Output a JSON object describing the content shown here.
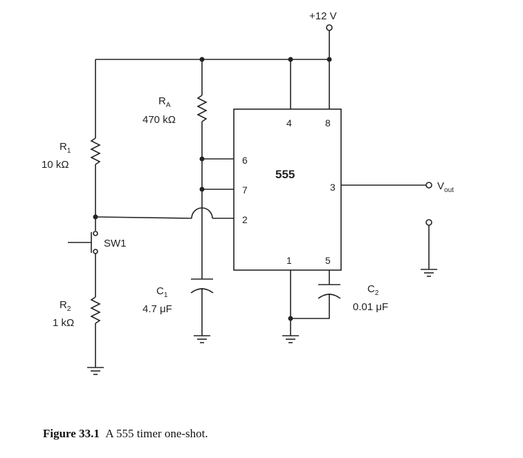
{
  "supply": {
    "label": "+12 V"
  },
  "ic": {
    "name": "555",
    "pins": {
      "p4": "4",
      "p8": "8",
      "p6": "6",
      "p7": "7",
      "p2": "2",
      "p3": "3",
      "p1": "1",
      "p5": "5"
    }
  },
  "components": {
    "ra": {
      "name": "R",
      "sub": "A",
      "value": "470 kΩ"
    },
    "r1": {
      "name": "R",
      "sub": "1",
      "value": "10 kΩ"
    },
    "r2": {
      "name": "R",
      "sub": "2",
      "value": "1 kΩ"
    },
    "c1": {
      "name": "C",
      "sub": "1",
      "value": "4.7 μF"
    },
    "c2": {
      "name": "C",
      "sub": "2",
      "value": "0.01 μF"
    },
    "sw1": {
      "name": "SW1"
    }
  },
  "output": {
    "name": "V",
    "sub": "out"
  },
  "caption": {
    "number": "Figure 33.1",
    "text": "A 555 timer one-shot."
  }
}
